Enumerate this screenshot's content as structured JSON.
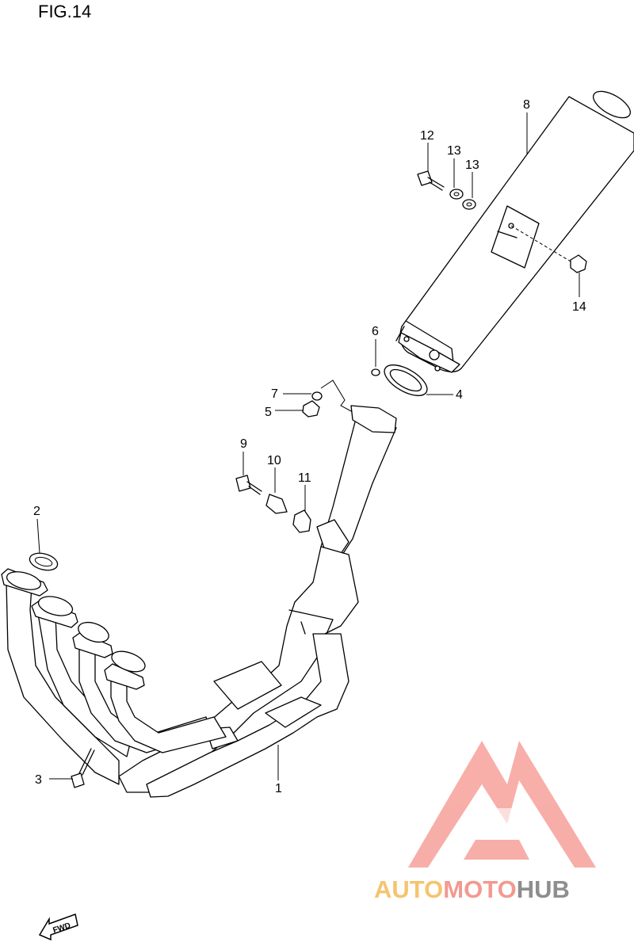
{
  "figure": {
    "title": "FIG.14"
  },
  "callouts": [
    {
      "id": "1",
      "label": "1"
    },
    {
      "id": "2",
      "label": "2"
    },
    {
      "id": "3",
      "label": "3"
    },
    {
      "id": "4",
      "label": "4"
    },
    {
      "id": "5",
      "label": "5"
    },
    {
      "id": "6",
      "label": "6"
    },
    {
      "id": "7",
      "label": "7"
    },
    {
      "id": "8",
      "label": "8"
    },
    {
      "id": "9",
      "label": "9"
    },
    {
      "id": "10",
      "label": "10"
    },
    {
      "id": "11",
      "label": "11"
    },
    {
      "id": "12",
      "label": "12"
    },
    {
      "id": "13a",
      "label": "13"
    },
    {
      "id": "13b",
      "label": "13"
    },
    {
      "id": "14",
      "label": "14"
    }
  ],
  "direction_badge": {
    "label": "FWD"
  },
  "watermark": {
    "part1": "AUTO",
    "part2": "MOTO",
    "part3": "HUB",
    "colors": {
      "auto": "#f5c470",
      "moto": "#f29a8f",
      "hub": "#8e8e8e",
      "logo": "#f7a6a0"
    }
  }
}
